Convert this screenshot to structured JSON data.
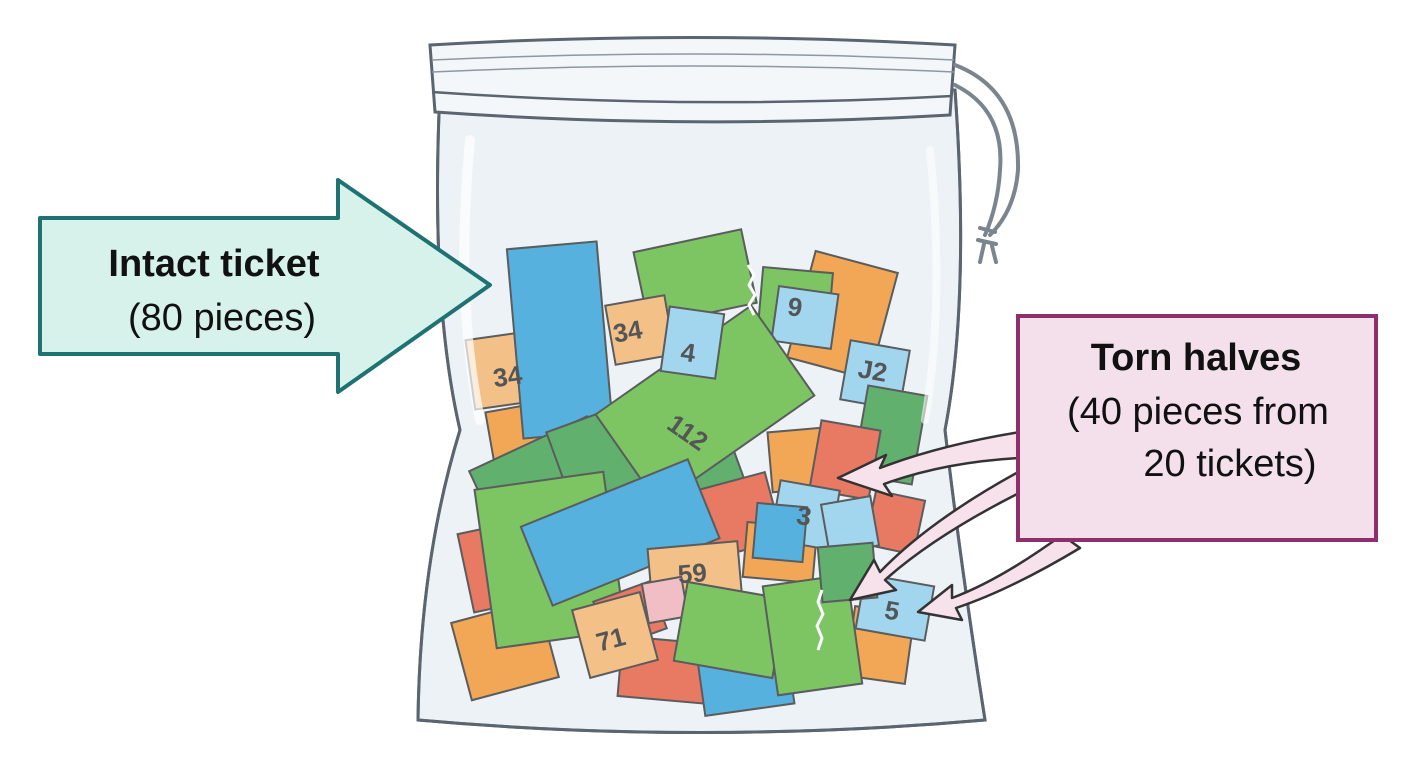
{
  "callouts": {
    "intact": {
      "title": "Intact ticket",
      "subtitle": "(80 pieces)"
    },
    "torn": {
      "title": "Torn halves",
      "line1": "(40 pieces from",
      "line2": "20 tickets)"
    }
  },
  "ticket_numbers": [
    "34",
    "34",
    "4",
    "9",
    "J2",
    "112",
    "3",
    "59",
    "71",
    "5"
  ],
  "colors": {
    "orange": "#f5922a",
    "light_orange": "#f7b36a",
    "blue": "#2f9fd8",
    "light_blue": "#8fcfee",
    "green": "#5fb83a",
    "dark_green": "#3c9e48",
    "red": "#e8583a",
    "intact_box_fill": "#d7f2ea",
    "intact_box_stroke": "#1f7272",
    "torn_box_fill": "#f3e0ea",
    "torn_box_stroke": "#8c2f6a"
  }
}
